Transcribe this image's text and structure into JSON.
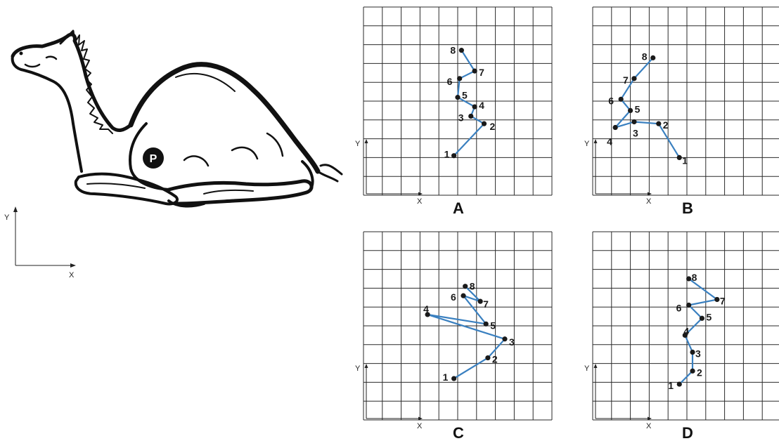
{
  "camel": {
    "marker_label": "P"
  },
  "ref_axes": {
    "x_label": "X",
    "y_label": "Y"
  },
  "panels": [
    {
      "id": "A",
      "label": "A",
      "x_label": "X",
      "y_label": "Y",
      "points": [
        {
          "n": "1",
          "x": 4.8,
          "y": 2.1
        },
        {
          "n": "2",
          "x": 6.4,
          "y": 3.8
        },
        {
          "n": "3",
          "x": 5.7,
          "y": 4.2
        },
        {
          "n": "4",
          "x": 5.9,
          "y": 4.7
        },
        {
          "n": "5",
          "x": 5.0,
          "y": 5.2
        },
        {
          "n": "6",
          "x": 5.1,
          "y": 6.2
        },
        {
          "n": "7",
          "x": 5.9,
          "y": 6.6
        },
        {
          "n": "8",
          "x": 5.2,
          "y": 7.7
        }
      ]
    },
    {
      "id": "B",
      "label": "B",
      "x_label": "X",
      "y_label": "Y",
      "points": [
        {
          "n": "1",
          "x": 4.6,
          "y": 2.0
        },
        {
          "n": "2",
          "x": 3.5,
          "y": 3.8
        },
        {
          "n": "3",
          "x": 2.2,
          "y": 3.9
        },
        {
          "n": "4",
          "x": 1.2,
          "y": 3.6
        },
        {
          "n": "5",
          "x": 2.0,
          "y": 4.5
        },
        {
          "n": "6",
          "x": 1.5,
          "y": 5.1
        },
        {
          "n": "7",
          "x": 2.2,
          "y": 6.2
        },
        {
          "n": "8",
          "x": 3.2,
          "y": 7.3
        }
      ]
    },
    {
      "id": "C",
      "label": "C",
      "x_label": "X",
      "y_label": "Y",
      "points": [
        {
          "n": "1",
          "x": 4.8,
          "y": 2.2
        },
        {
          "n": "2",
          "x": 6.6,
          "y": 3.3
        },
        {
          "n": "3",
          "x": 7.5,
          "y": 4.3
        },
        {
          "n": "4",
          "x": 3.4,
          "y": 5.6
        },
        {
          "n": "5",
          "x": 6.5,
          "y": 5.1
        },
        {
          "n": "6",
          "x": 5.3,
          "y": 6.6
        },
        {
          "n": "7",
          "x": 6.2,
          "y": 6.3
        },
        {
          "n": "8",
          "x": 5.4,
          "y": 7.1
        }
      ]
    },
    {
      "id": "D",
      "label": "D",
      "x_label": "X",
      "y_label": "Y",
      "points": [
        {
          "n": "1",
          "x": 4.6,
          "y": 1.9
        },
        {
          "n": "2",
          "x": 5.3,
          "y": 2.6
        },
        {
          "n": "3",
          "x": 5.3,
          "y": 3.6
        },
        {
          "n": "4",
          "x": 4.9,
          "y": 4.5
        },
        {
          "n": "5",
          "x": 5.8,
          "y": 5.4
        },
        {
          "n": "6",
          "x": 5.1,
          "y": 6.1
        },
        {
          "n": "7",
          "x": 6.6,
          "y": 6.4
        },
        {
          "n": "8",
          "x": 5.1,
          "y": 7.5
        }
      ]
    }
  ],
  "colors": {
    "line": "#3a80c0",
    "point": "#1a1a1a",
    "grid": "#2a2a2a"
  }
}
